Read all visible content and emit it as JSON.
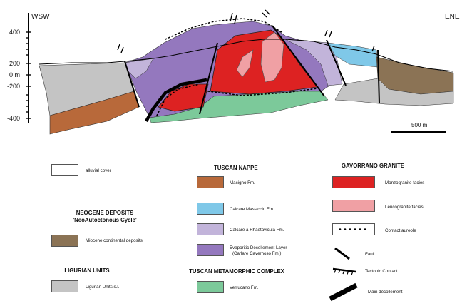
{
  "section": {
    "left_label": "WSW",
    "right_label": "ENE",
    "elevation_ticks": [
      "400",
      "200",
      "0 m",
      "-200",
      "-400"
    ],
    "scale_label": "500 m"
  },
  "legend": {
    "alluvial": "alluvial cover",
    "neogene_head_1": "NEOGENE DEPOSITS",
    "neogene_head_2": "'NeoAutoctonous Cycle'",
    "miocene": "Miocene continental deposits",
    "ligurian_head": "LIGURIAN UNITS",
    "ligurian": "Ligurian Units s.l.",
    "tuscan_nappe_head": "TUSCAN NAPPE",
    "macigno": "Macigno Fm.",
    "massiccio": "Calcare Massiccio Fm.",
    "rhaetavicula": "Calcare a Rhaetavicula Fm.",
    "evaporitic_1": "Evaporitic Décollement Layer",
    "evaporitic_2": "(Carlare Cavernoso Fm.)",
    "tmc_head": "TUSCAN METAMORPHIC COMPLEX",
    "verrucano": "Verrucano Fm.",
    "granite_head": "GAVORRANO GRANITE",
    "monzogranite": "Monzogranite facies",
    "leucogranite": "Leucogranite facies",
    "aureole": "Contact aureole",
    "fault": "Fault",
    "tectonic": "Tectonic Contact",
    "decollement": "Main décollement"
  },
  "colors": {
    "alluvial": "#ffffff",
    "miocene": "#8b7355",
    "ligurian": "#c4c4c4",
    "macigno": "#b8693a",
    "massiccio": "#7fc8e8",
    "rhaetavicula": "#c2b4da",
    "evaporitic": "#9478be",
    "verrucano": "#7cc99a",
    "monzogranite": "#dd2222",
    "leucogranite": "#f0a0a4"
  }
}
